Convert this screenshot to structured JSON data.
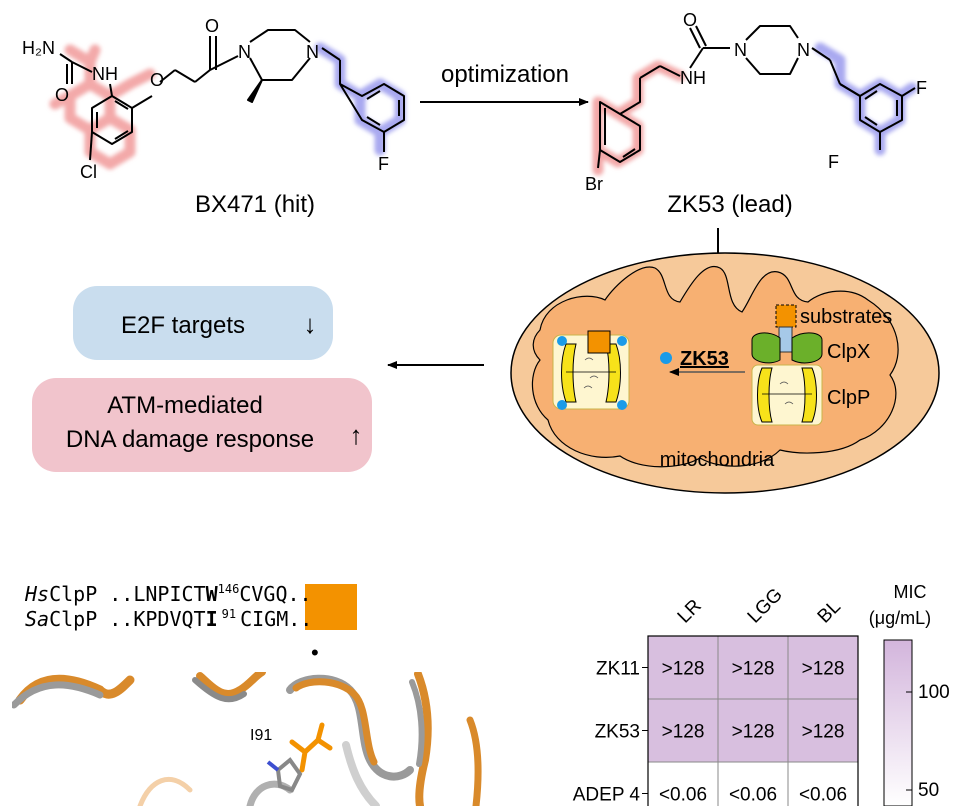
{
  "scheme": {
    "hit": {
      "name": "BX471 (hit)",
      "groups": {
        "amine": "H₂N",
        "o_carbonyl": "O",
        "nh": "NH",
        "o_urea": "O",
        "o_ether": "O",
        "o_amide": "O",
        "n1": "N",
        "n2": "N",
        "cl": "Cl",
        "f": "F"
      }
    },
    "arrow_label": "optimization",
    "lead": {
      "name": "ZK53 (lead)",
      "groups": {
        "o": "O",
        "n1": "N",
        "n2": "N",
        "nh": "NH",
        "br": "Br",
        "f1": "F",
        "f2": "F"
      }
    }
  },
  "effects": {
    "e2f": {
      "label": "E2F targets",
      "arrow": "↓"
    },
    "atm": {
      "line1": "ATM-mediated",
      "line2": "DNA damage response",
      "arrow": "↑"
    }
  },
  "mito": {
    "label": "mitochondria",
    "substrates": "substrates",
    "clpx": "ClpX",
    "clpp": "ClpP",
    "compound": "ZK53"
  },
  "alignment": {
    "rows": [
      {
        "species": "Hs",
        "protein": "ClpP",
        "pre": "..LNPICT",
        "res": "W",
        "num": "146",
        "post": "CVGQ.."
      },
      {
        "species": "Sa",
        "protein": "ClpP",
        "pre": "..KPDVQT",
        "res": "I",
        "num": "91",
        "post": "CIGM.."
      }
    ],
    "dot": "•"
  },
  "structure": {
    "label": "I91"
  },
  "colors": {
    "red_hl": "#f3a9a9",
    "blue_hl": "#a9a9f0",
    "mito_outer": "#f6c99a",
    "mito_inner": "#f7b072",
    "e2f_box": "#c9ddee",
    "atm_box": "#f1c4cc",
    "orange": "#f39200",
    "heat": "#d8bfdf"
  },
  "chart_data": {
    "type": "heatmap",
    "columns": [
      "LR",
      "LGG",
      "BL"
    ],
    "rows": [
      "ZK11",
      "ZK53",
      "ADEP 4"
    ],
    "values": [
      [
        ">128",
        ">128",
        ">128"
      ],
      [
        ">128",
        ">128",
        ">128"
      ],
      [
        "<0.06",
        "<0.06",
        "<0.06"
      ]
    ],
    "colorbar": {
      "title_line1": "MIC",
      "title_line2": "(μg/mL)",
      "ticks": [
        "100",
        "50"
      ]
    }
  }
}
